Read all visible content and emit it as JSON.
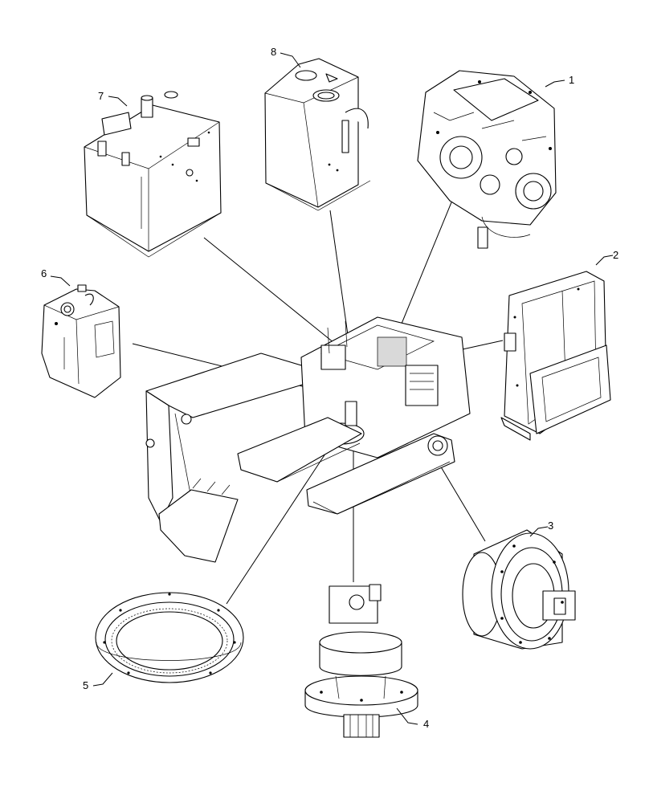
{
  "callouts": [
    {
      "number": "1",
      "part": "engine"
    },
    {
      "number": "2",
      "part": "radiator"
    },
    {
      "number": "3",
      "part": "travel-drive"
    },
    {
      "number": "4",
      "part": "swing-drive"
    },
    {
      "number": "5",
      "part": "swing-bearing"
    },
    {
      "number": "6",
      "part": "def-tank"
    },
    {
      "number": "7",
      "part": "hydraulic-tank"
    },
    {
      "number": "8",
      "part": "fuel-tank"
    }
  ]
}
